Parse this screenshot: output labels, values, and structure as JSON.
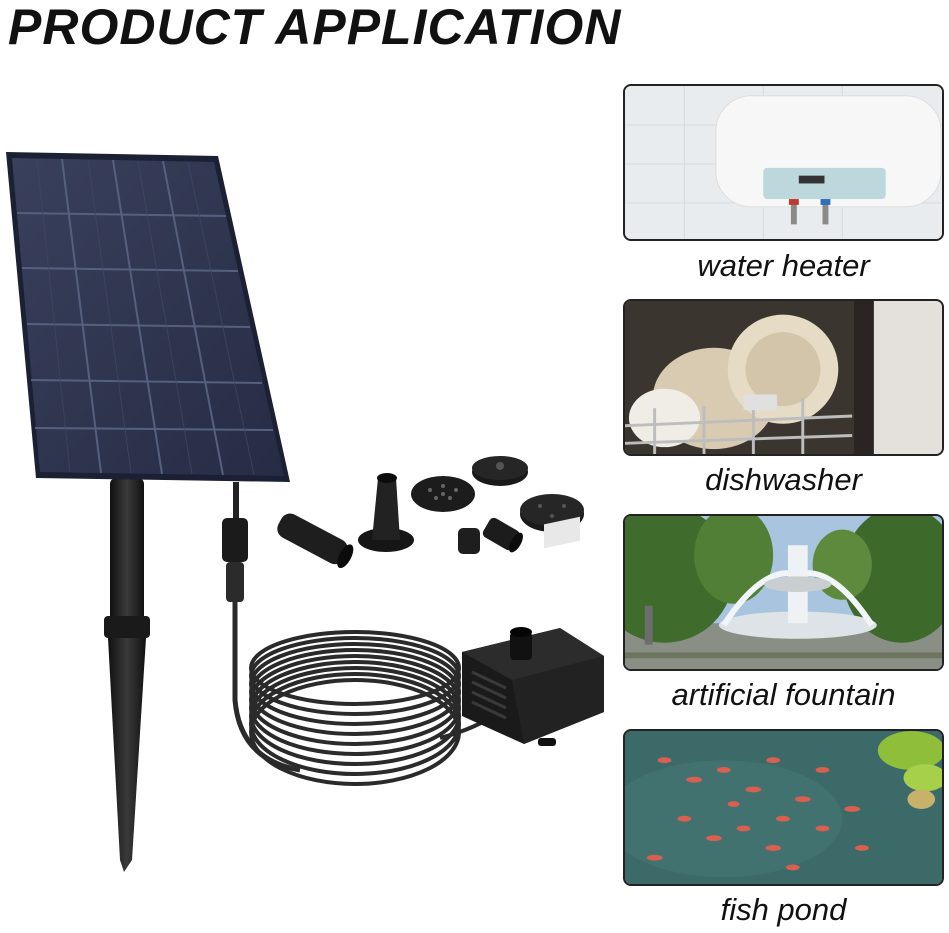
{
  "header": {
    "title": "PRODUCT APPLICATION"
  },
  "applications": [
    {
      "label": "water heater"
    },
    {
      "label": "dishwasher"
    },
    {
      "label": "artificial fountain"
    },
    {
      "label": "fish pond"
    }
  ],
  "colors": {
    "panel": "#2e3650",
    "cable": "#2a2a2a",
    "pump": "#1e1e1e",
    "text": "#111111"
  }
}
